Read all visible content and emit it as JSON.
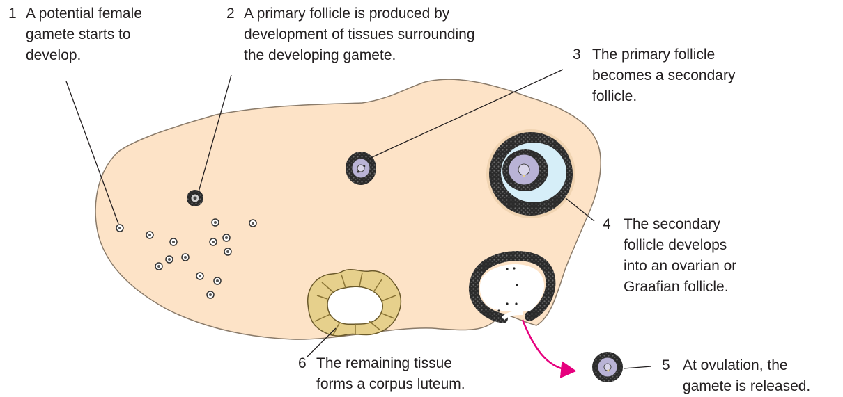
{
  "labels": [
    {
      "number": "1",
      "lines": [
        "A potential female",
        "gamete starts to",
        "develop."
      ]
    },
    {
      "number": "2",
      "lines": [
        "A primary follicle is produced by",
        "development of tissues surrounding",
        "the developing gamete."
      ]
    },
    {
      "number": "3",
      "lines": [
        "The primary follicle",
        "becomes a secondary",
        "follicle."
      ]
    },
    {
      "number": "4",
      "lines": [
        "The secondary",
        "follicle develops",
        "into an ovarian or",
        "Graafian follicle."
      ]
    },
    {
      "number": "5",
      "lines": [
        "At ovulation, the",
        "gamete is released."
      ]
    },
    {
      "number": "6",
      "lines": [
        "The remaining tissue",
        "forms a corpus luteum."
      ]
    }
  ],
  "colors": {
    "ovary_fill": "#fde3c7",
    "ovary_outline": "#231f20",
    "follicle_dark": "#2b2b2b",
    "antrum_fill": "#d6eef8",
    "oocyte_fill": "#b9b3d6",
    "corpus_luteum_fill": "#e6d08c",
    "arrow": "#e6007e"
  }
}
